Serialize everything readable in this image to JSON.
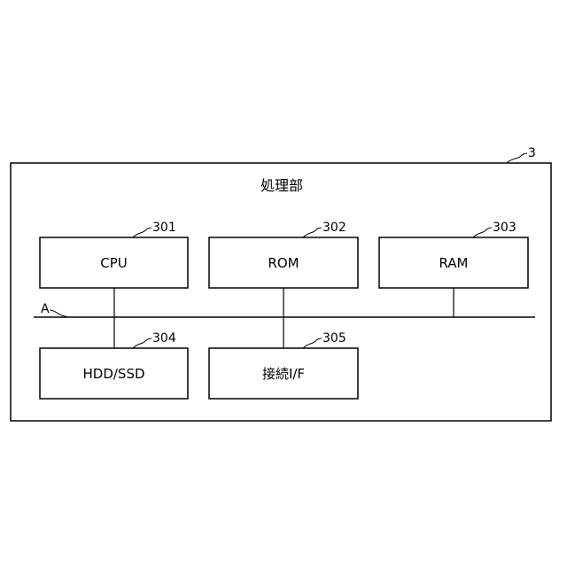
{
  "figure": {
    "outer_ref": "3",
    "outer_title": "処理部",
    "bus_label": "A",
    "boxes": {
      "cpu": {
        "label": "CPU",
        "ref": "301"
      },
      "rom": {
        "label": "ROM",
        "ref": "302"
      },
      "ram": {
        "label": "RAM",
        "ref": "303"
      },
      "hdd": {
        "label": "HDD/SSD",
        "ref": "304"
      },
      "conn": {
        "label": "接続I/F",
        "ref": "305"
      }
    }
  }
}
